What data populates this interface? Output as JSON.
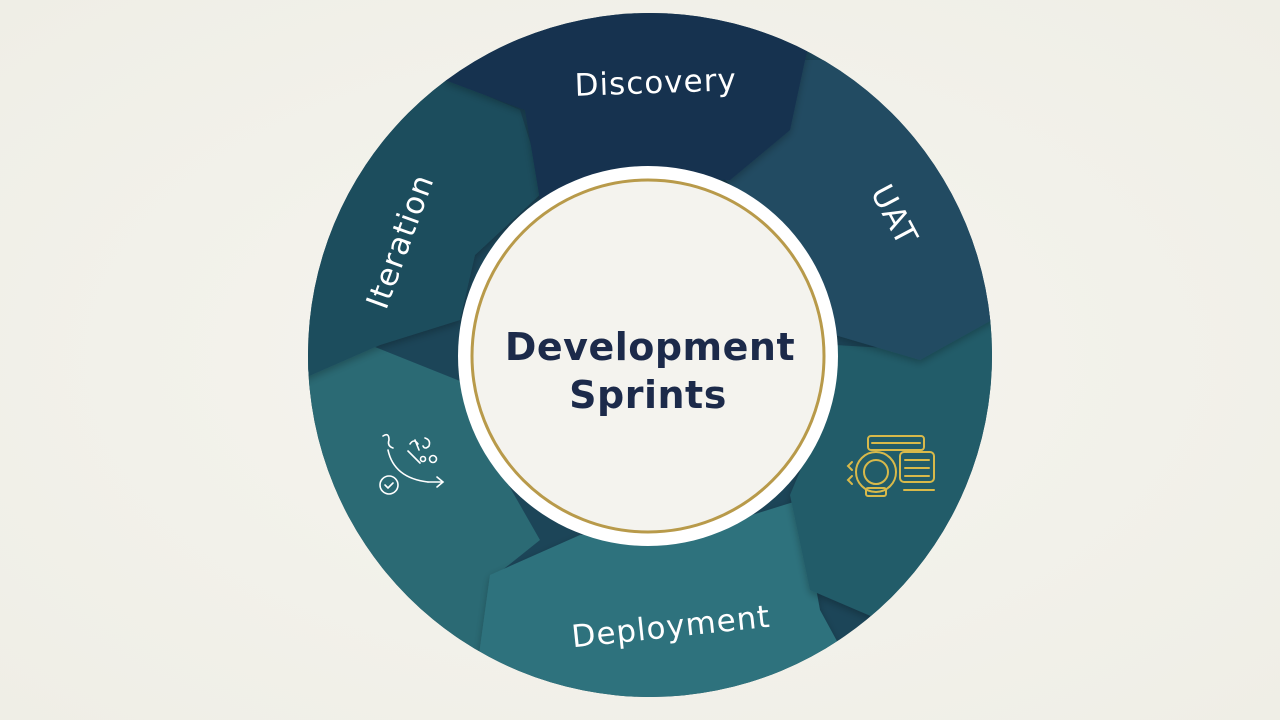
{
  "diagram": {
    "center": {
      "line1": "Development",
      "line2": "Sprints"
    },
    "segments": [
      {
        "id": "discovery",
        "label": "Discovery",
        "color": "#15304f"
      },
      {
        "id": "uat",
        "label": "UAT",
        "color": "#224b62"
      },
      {
        "id": "right-lower",
        "label": "",
        "color": "#235b69",
        "icon": "gear-camera-icon"
      },
      {
        "id": "deployment",
        "label": "Deployment",
        "color": "#2f727d"
      },
      {
        "id": "left-lower",
        "label": "",
        "color": "#2b6a74",
        "icon": "sketch-flow-icon"
      },
      {
        "id": "iteration",
        "label": "Iteration",
        "color": "#1f4d5d"
      }
    ],
    "colors": {
      "background": "#f2f1ea",
      "center_fill": "#f4f3ee",
      "center_ring": "#b89a4a",
      "icon_gold": "#d8b94a",
      "text_dark": "#1c2a4a"
    }
  }
}
